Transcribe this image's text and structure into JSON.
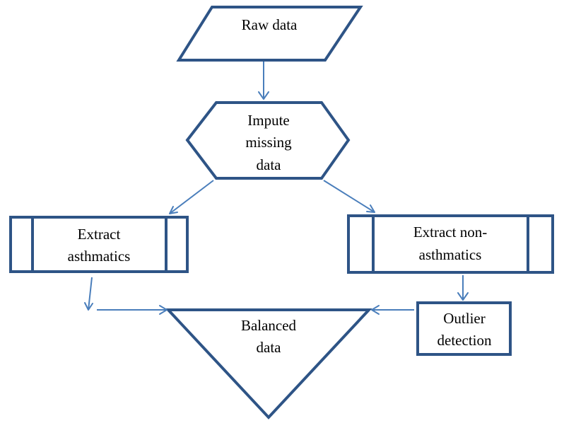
{
  "nodes": {
    "raw_data": {
      "line1": "Raw data"
    },
    "impute": {
      "line1": "Impute",
      "line2": "missing",
      "line3": "data"
    },
    "extract_asthmatics": {
      "line1": "Extract",
      "line2": "asthmatics"
    },
    "extract_non_asthmatics": {
      "line1": "Extract non-",
      "line2": "asthmatics"
    },
    "outlier_detection": {
      "line1": "Outlier",
      "line2": "detection"
    },
    "balanced_data": {
      "line1": "Balanced",
      "line2": "data"
    }
  },
  "colors": {
    "shape_border": "#2E5486",
    "connector": "#4A7EBB",
    "text": "#000000"
  }
}
